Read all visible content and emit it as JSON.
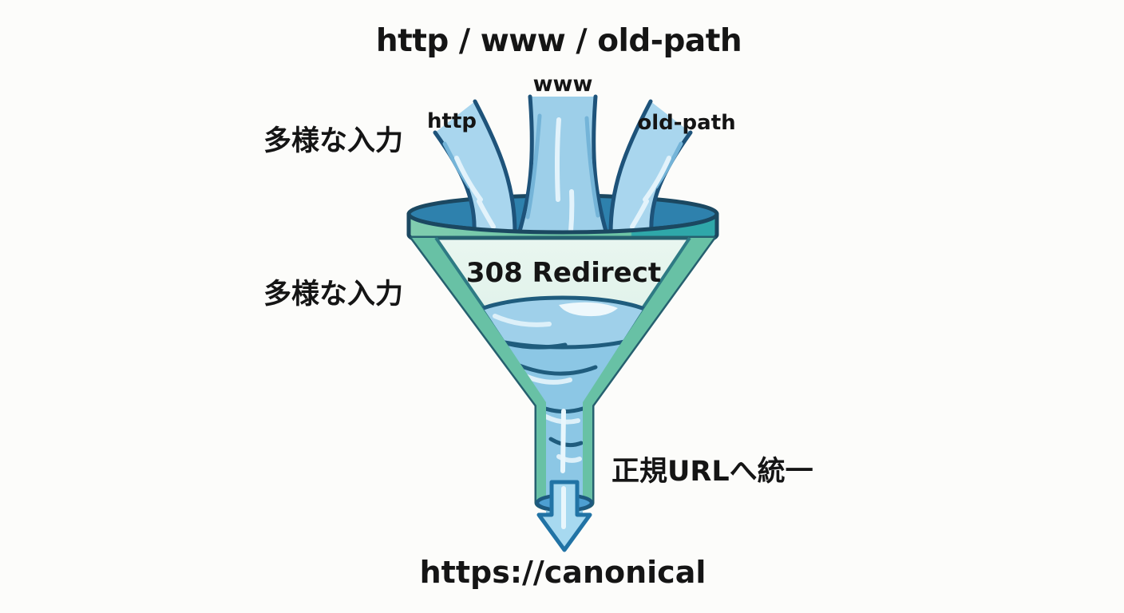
{
  "diagram": {
    "title": "http / www / old-path",
    "inputs": [
      {
        "label": "http"
      },
      {
        "label": "www"
      },
      {
        "label": "old-path"
      }
    ],
    "annotations": {
      "inputs_top": "多様な入力",
      "inputs_middle": "多様な入力",
      "process": "308 Redirect",
      "output_side": "正規URLへ統一",
      "output_url": "https://canonical"
    },
    "palette": {
      "background": "#fcfcfa",
      "text": "#151515",
      "outline_navy": "#1e537a",
      "stream_blue": "#9dcfe9",
      "stream_highlight": "#e3f3fb",
      "stream_shade": "#74b4d8",
      "rim_top_blue": "#2e81ad",
      "rim_green": "#6ec5a6",
      "rim_teal": "#2fa7a9",
      "cone_wall_green": "#68c1a5",
      "cone_wall_edge": "#2e7a84",
      "cone_interior": "#e9f6f0",
      "water_blue": "#8cc7e5",
      "swirl_dark": "#1f5c7d",
      "spout_opening_blue": "#4d9fd2",
      "arrow_fill": "#a7d9f0",
      "arrow_outline": "#2173a5"
    }
  }
}
